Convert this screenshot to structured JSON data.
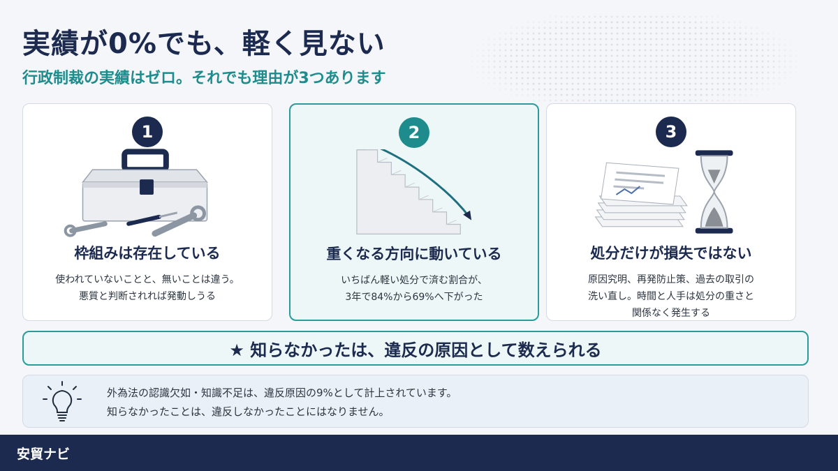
{
  "header": {
    "title": "実績が0%でも、軽く見ない",
    "subtitle": "行政制裁の実績はゼロ。それでも理由が3つあります"
  },
  "cards": [
    {
      "number": "1",
      "title": "枠組みは存在している",
      "body": "使われていないことと、無いことは違う。\n悪質と判断されれば発動しうる",
      "icon": "toolbox-icon"
    },
    {
      "number": "2",
      "title": "重くなる方向に動いている",
      "body": "いちばん軽い処分で済む割合が、\n3年で84%から69%へ下がった",
      "icon": "declining-stairs-icon"
    },
    {
      "number": "3",
      "title": "処分だけが損失ではない",
      "body": "原因究明、再発防止策、過去の取引の\n洗い直し。時間と人手は処分の重さと\n関係なく発生する",
      "icon": "documents-hourglass-icon"
    }
  ],
  "banner": {
    "text": "★ 知らなかったは、違反の原因として数えられる"
  },
  "note": {
    "icon": "lightbulb-icon",
    "line1": "外為法の認識欠如・知識不足は、違反原因の9%として計上されています。",
    "line2": "知らなかったことは、違反しなかったことにはなりません。"
  },
  "footer": {
    "brand": "安貿ナビ"
  },
  "colors": {
    "navy": "#1b2a4e",
    "teal": "#1e8c8c",
    "background": "#f4f6f9"
  }
}
